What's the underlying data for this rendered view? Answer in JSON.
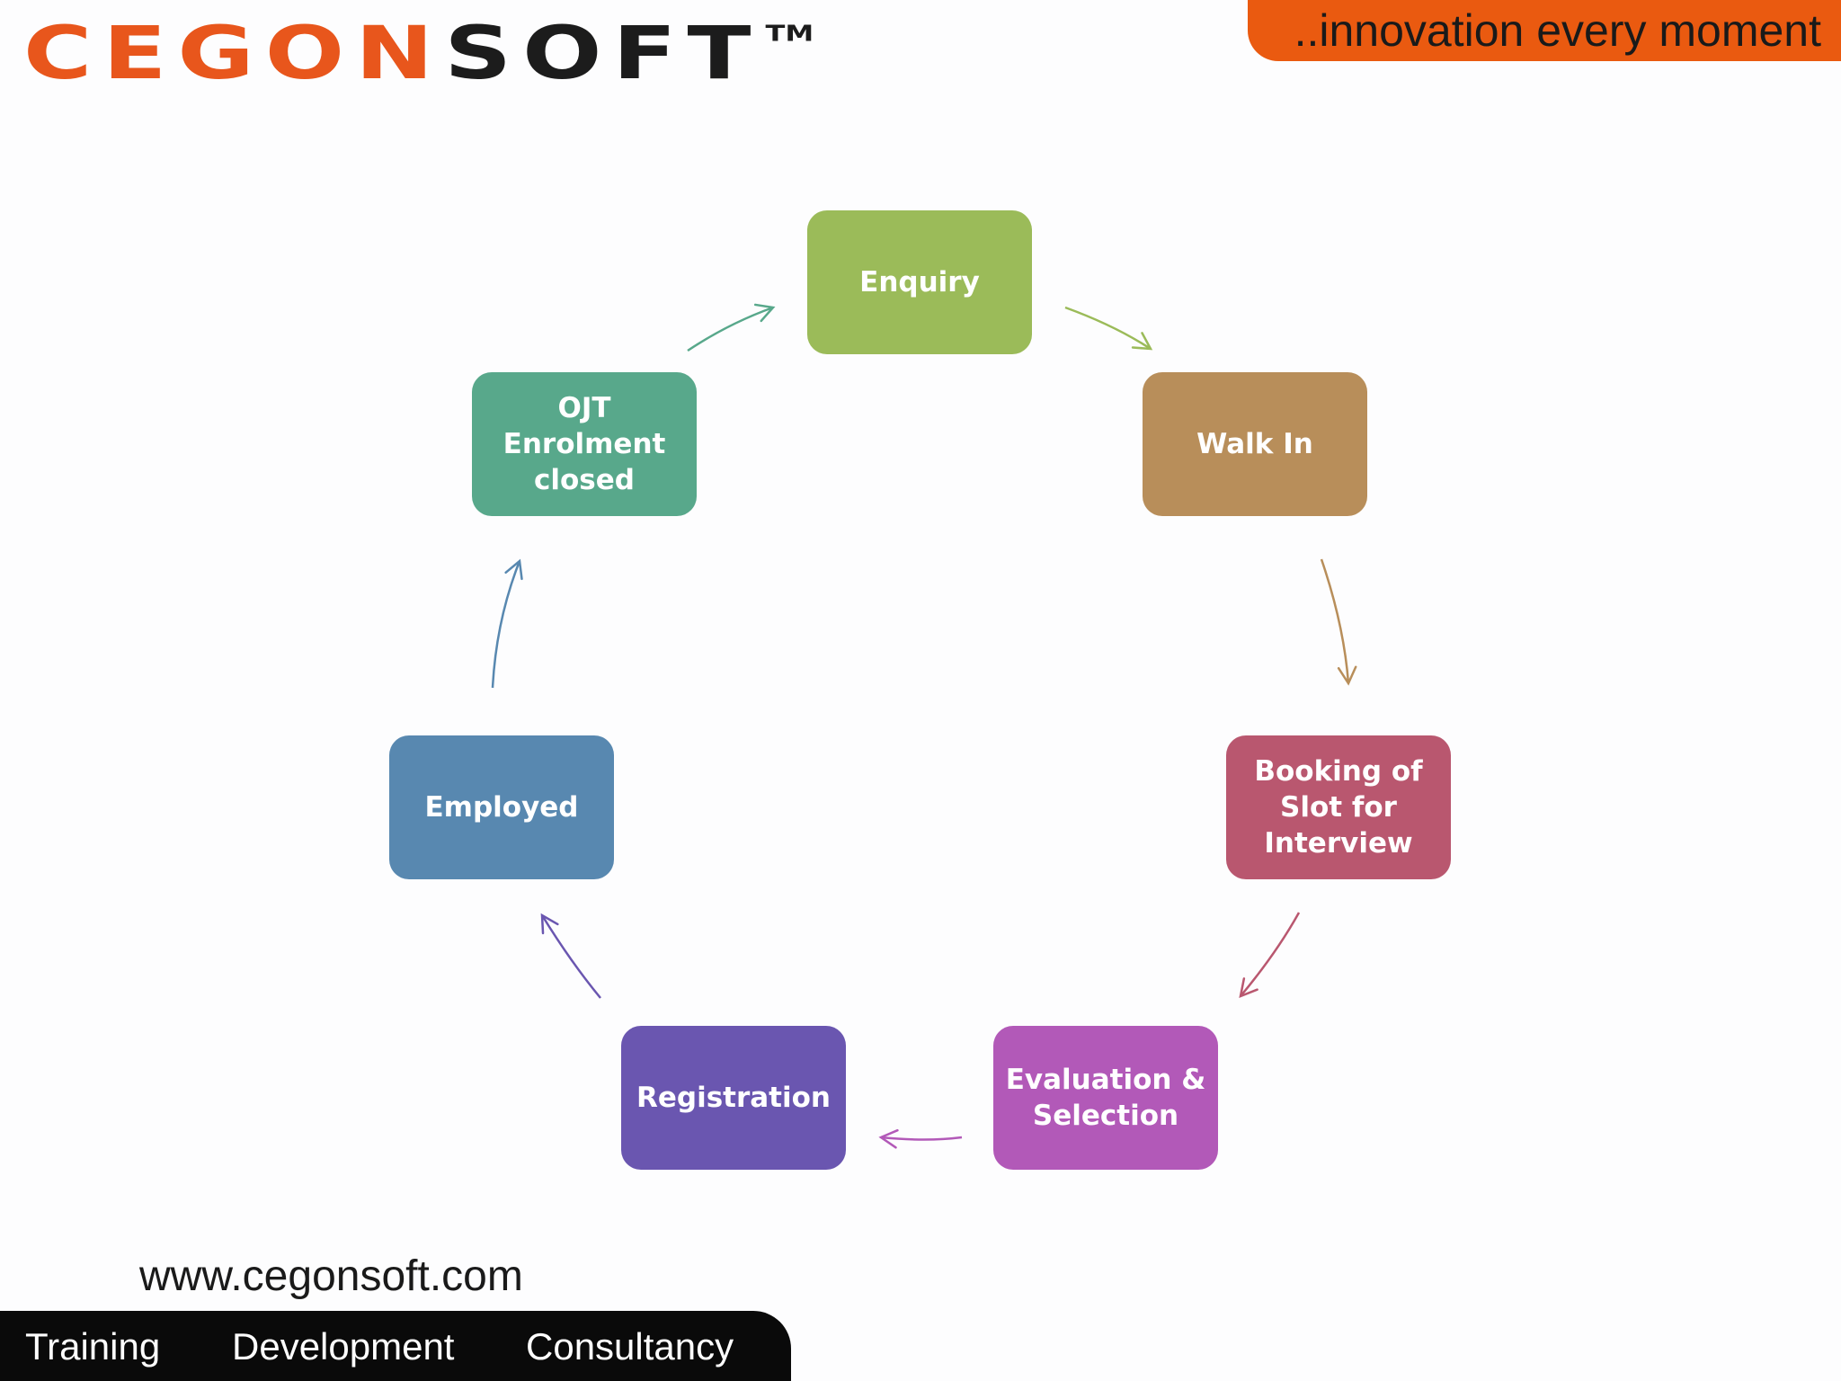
{
  "header": {
    "logo_part1": "CEGON",
    "logo_part2": "SOFT",
    "logo_tm": "TM",
    "tagline": "..innovation every moment"
  },
  "diagram": {
    "nodes": [
      {
        "id": "enquiry",
        "label": "Enquiry",
        "color": "#9bbb59"
      },
      {
        "id": "walk-in",
        "label": "Walk In",
        "color": "#b88e5a"
      },
      {
        "id": "booking",
        "label": "Booking of\nSlot for\nInterview",
        "color": "#b9576f"
      },
      {
        "id": "evaluation",
        "label": "Evaluation &\nSelection",
        "color": "#b259b8"
      },
      {
        "id": "registration",
        "label": "Registration",
        "color": "#6a56b0"
      },
      {
        "id": "employed",
        "label": "Employed",
        "color": "#5888b0"
      },
      {
        "id": "ojt",
        "label": "OJT\nEnrolment\nclosed",
        "color": "#58a88b"
      }
    ]
  },
  "footer": {
    "url": "www.cegonsoft.com",
    "items": [
      "Training",
      "Development",
      "Consultancy"
    ]
  }
}
